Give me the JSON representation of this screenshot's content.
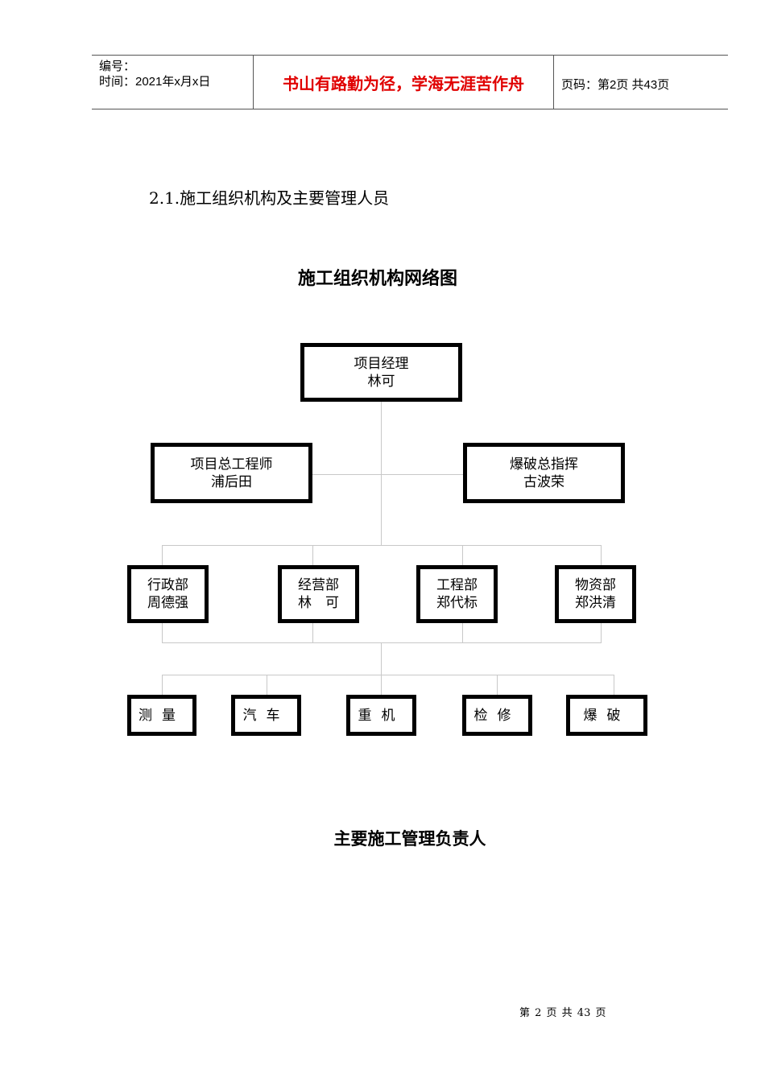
{
  "header": {
    "number_label": "编号：",
    "date_label": "时间：2021年x月x日",
    "motto": "书山有路勤为径，学海无涯苦作舟",
    "page_label": "页码：第2页 共43页"
  },
  "section_title": "2.1.施工组织机构及主要管理人员",
  "chart_title": "施工组织机构网络图",
  "org": {
    "top": {
      "role": "项目经理",
      "name": "林可"
    },
    "level2": [
      {
        "role": "项目总工程师",
        "name": "浦后田"
      },
      {
        "role": "爆破总指挥",
        "name": "古波荣"
      }
    ],
    "level3": [
      {
        "role": "行政部",
        "name": "周德强"
      },
      {
        "role": "经营部",
        "name": "林　可"
      },
      {
        "role": "工程部",
        "name": "郑代标"
      },
      {
        "role": "物资部",
        "name": "郑洪清"
      }
    ],
    "level4": [
      "测量",
      "汽车",
      "重机",
      "检修",
      "爆破"
    ]
  },
  "subtitle": "主要施工管理负责人",
  "footer": "第 2 页 共 43 页"
}
